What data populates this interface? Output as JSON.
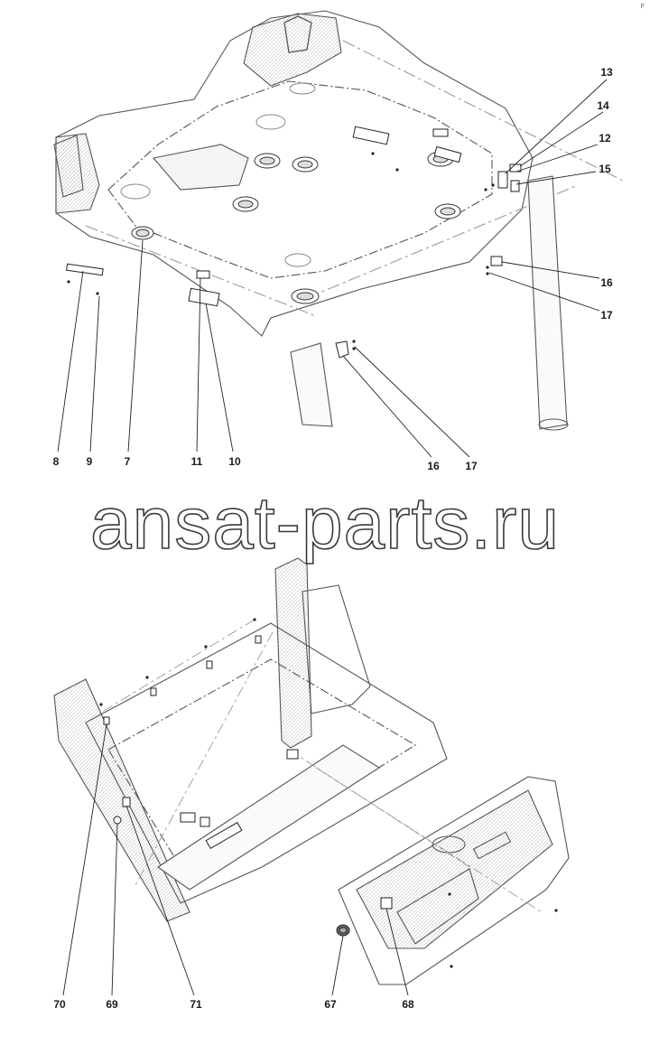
{
  "watermark": "ansat-parts.ru",
  "corner_mark": "F",
  "upper_view": {
    "callouts": [
      "13",
      "14",
      "12",
      "15",
      "16",
      "17",
      "8",
      "9",
      "7",
      "11",
      "10",
      "16",
      "17"
    ]
  },
  "lower_view": {
    "callouts": [
      "70",
      "69",
      "71",
      "67",
      "68"
    ]
  },
  "colors": {
    "line": "#3a3a3a",
    "phantom": "#9a9a9a",
    "paper": "#ffffff"
  }
}
